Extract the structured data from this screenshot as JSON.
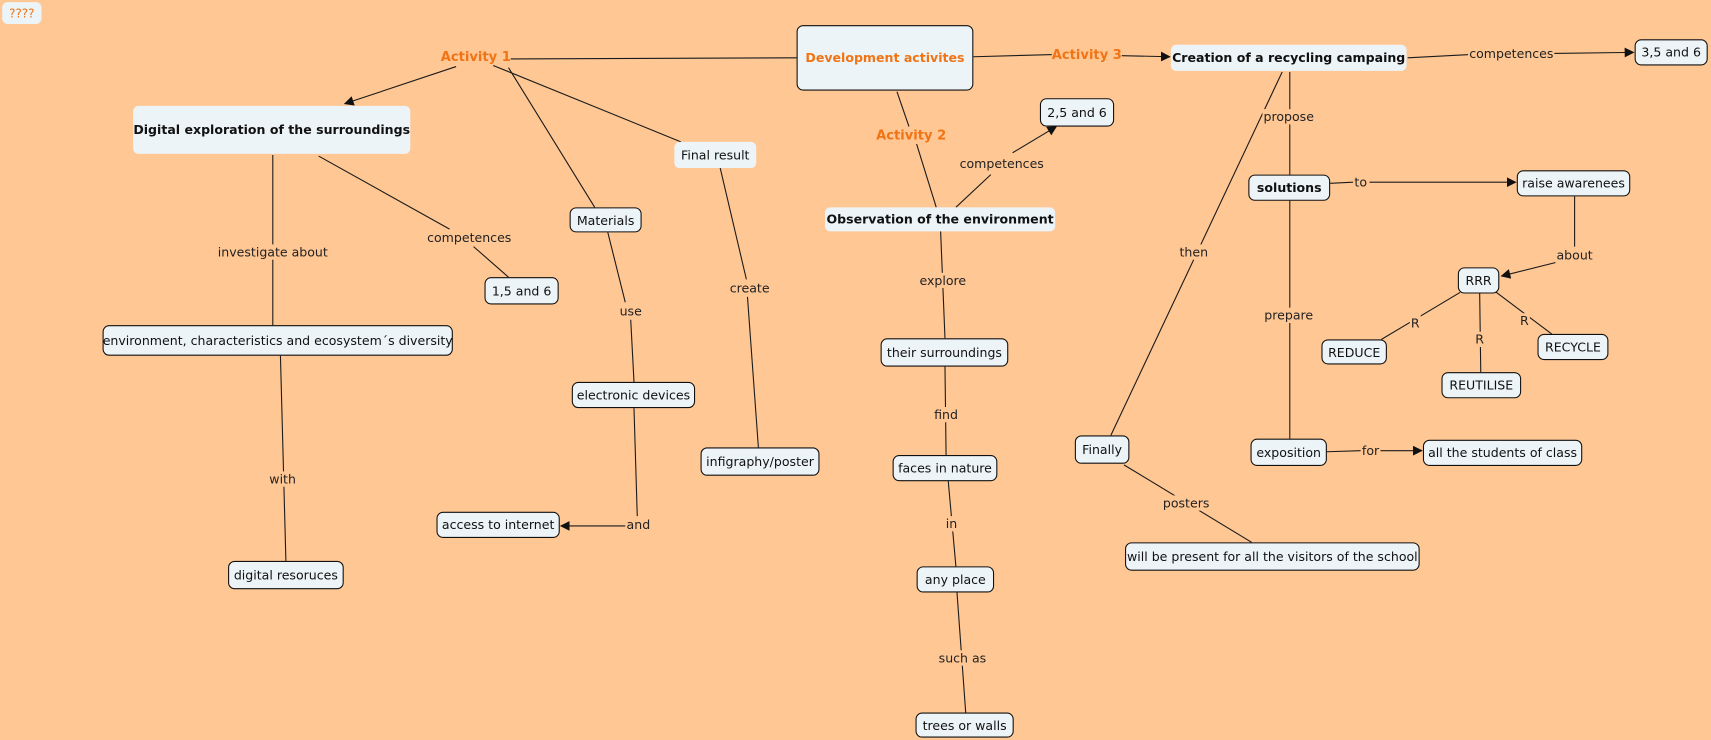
{
  "corner_badge": "????",
  "colors": {
    "background": "#ffc794",
    "node_fill": "#edf4f7",
    "accent": "#f07415"
  },
  "activities": {
    "a1": "Activity 1",
    "a2": "Activity 2",
    "a3": "Activity 3"
  },
  "nodes": {
    "development": "Development activites",
    "digital": "Digital exploration of the surroundings",
    "final_result": "Final result",
    "materials": "Materials",
    "comp_156": "1,5 and 6",
    "environment": "environment, characteristics and ecosystem´s diversity",
    "electronic": "electronic devices",
    "infigraphy": "infigraphy/poster",
    "internet": "access to internet",
    "digital_res": "digital resoruces",
    "observation": "Observation of the environment",
    "comp_256": "2,5 and 6",
    "surroundings": "their surroundings",
    "faces": "faces in nature",
    "any_place": "any place",
    "trees": "trees or walls",
    "creation": "Creation of a recycling campaing",
    "comp_356": "3,5 and 6",
    "solutions": "solutions",
    "raise": "raise awarenees",
    "rrr": "RRR",
    "reduce": "REDUCE",
    "recycle": "RECYCLE",
    "reutilise": "REUTILISE",
    "finally": "Finally",
    "exposition": "exposition",
    "students": "all the students of class",
    "visitors": "will be present for all the visitors of the school"
  },
  "links": {
    "competences": "competences",
    "investigate": "investigate about",
    "with": "with",
    "use": "use",
    "create": "create",
    "and": "and",
    "explore": "explore",
    "find": "find",
    "in": "in",
    "such_as": "such as",
    "propose": "propose",
    "to": "to",
    "then": "then",
    "about": "about",
    "prepare": "prepare",
    "r": "R",
    "for": "for",
    "posters": "posters"
  }
}
